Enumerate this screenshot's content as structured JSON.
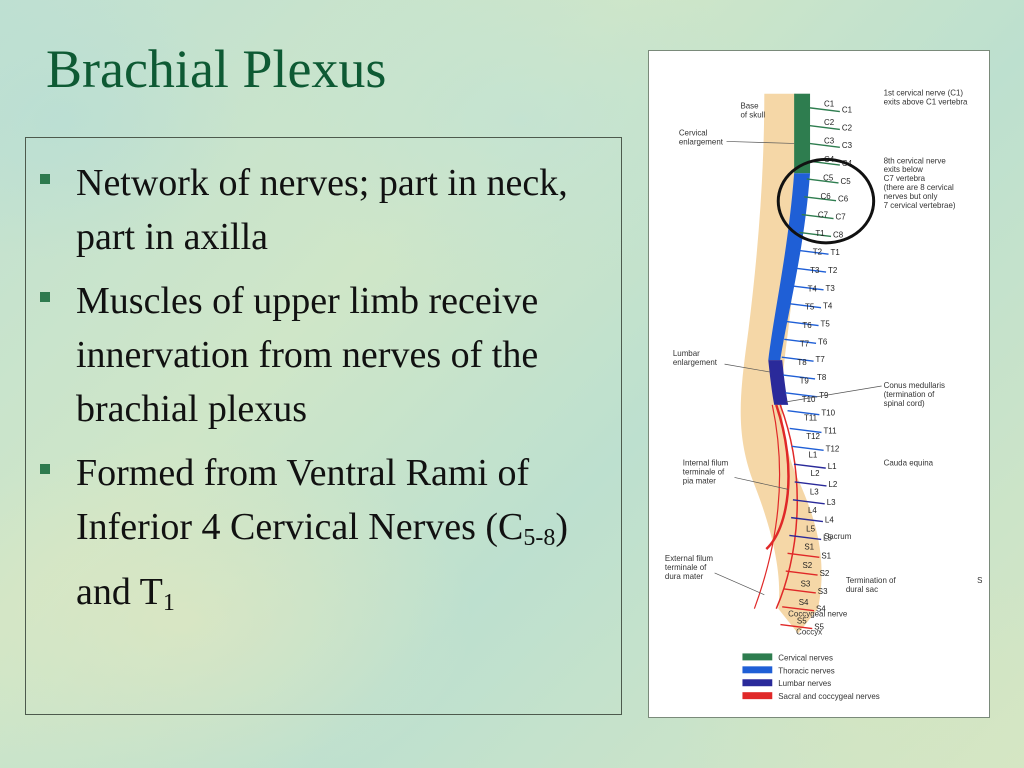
{
  "slide": {
    "title": "Brachial Plexus",
    "bullets": [
      {
        "text": "Network of nerves; part in neck, part in axilla"
      },
      {
        "text": "Muscles of upper limb receive innervation from nerves of the brachial plexus"
      },
      {
        "pre": "Formed from Ventral Rami of Inferior 4 Cervical Nerves (C",
        "sub1": "5-8",
        "mid": ") and T",
        "sub2": "1"
      }
    ]
  },
  "figure": {
    "labels": {
      "base_of_skull": [
        "Base",
        "of skull"
      ],
      "cervical_enlargement": [
        "Cervical",
        "enlargement"
      ],
      "lumbar_enlargement": [
        "Lumbar",
        "enlargement"
      ],
      "internal_filum": [
        "Internal filum",
        "terminale of",
        "pia mater"
      ],
      "external_filum": [
        "External filum",
        "terminale of",
        "dura mater"
      ],
      "first_cervical": [
        "1st cervical nerve (C1)",
        "exits above C1 vertebra"
      ],
      "eighth_cervical": [
        "8th cervical nerve",
        "exits below",
        "C7 vertebra",
        "(there are 8 cervical",
        "nerves but only",
        "7 cervical vertebrae)"
      ],
      "conus": [
        "Conus medullaris",
        "(termination of",
        "spinal cord)"
      ],
      "cauda": "Cauda equina",
      "dural": [
        "Termination of",
        "dural sac"
      ],
      "sacrum": "Sacrum",
      "coccygeal": "Coccygeal nerve",
      "coccyx": "Coccyx",
      "stray": "S"
    },
    "levels_left": [
      "C1",
      "C2",
      "C3",
      "C4",
      "C5",
      "C6",
      "C7",
      "T1",
      "T2",
      "T3",
      "T4",
      "T5",
      "T6",
      "T7",
      "T8",
      "T9",
      "T10",
      "T11",
      "T12",
      "L1",
      "L2",
      "L3",
      "L4",
      "L5",
      "S1",
      "S2",
      "S3",
      "S4",
      "S5"
    ],
    "levels_right": [
      "C1",
      "C2",
      "C3",
      "C4",
      "C5",
      "C6",
      "C7",
      "C8",
      "T1",
      "T2",
      "T3",
      "T4",
      "T5",
      "T6",
      "T7",
      "T8",
      "T9",
      "T10",
      "T11",
      "T12",
      "L1",
      "L2",
      "L3",
      "L4",
      "L5",
      "S1",
      "S2",
      "S3",
      "S4",
      "S5"
    ],
    "legend": [
      {
        "label": "Cervical nerves",
        "color": "#2e7d4f"
      },
      {
        "label": "Thoracic nerves",
        "color": "#1f5fd6"
      },
      {
        "label": "Lumbar nerves",
        "color": "#2a2a9a"
      },
      {
        "label": "Sacral and coccygeal nerves",
        "color": "#e02828"
      }
    ]
  }
}
